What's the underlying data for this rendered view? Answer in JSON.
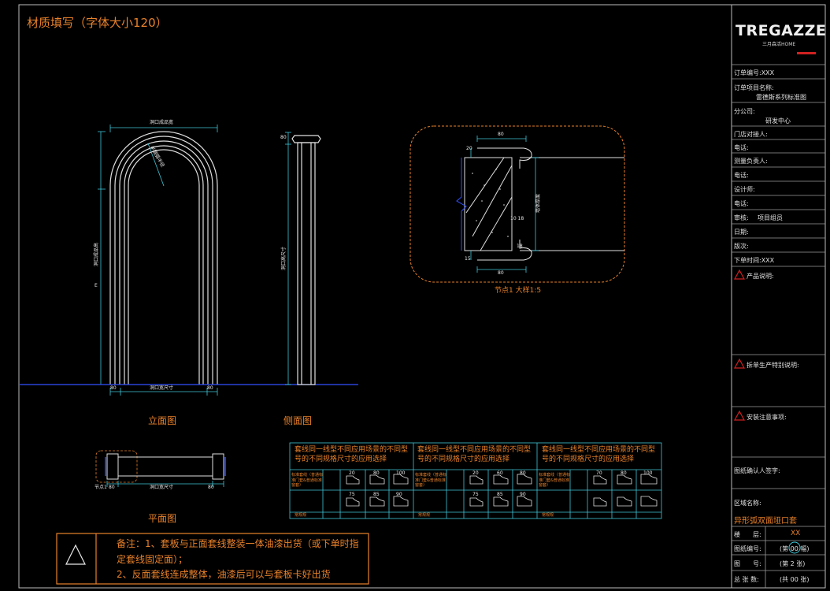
{
  "title_note": "材质填写（字体大小120）",
  "drawing": {
    "elevation": {
      "label": "立面图",
      "dim_top": "洞口成品宽",
      "dim_left": "洞口成品高",
      "dim_arc": "半圆弧半径",
      "dim_bottom": "洞口宽尺寸",
      "left_small": "80",
      "right_small": "80",
      "left_mark": "E"
    },
    "section": {
      "label": "侧面图",
      "dim_side": "洞口高尺寸",
      "dim_top": "80"
    },
    "plan": {
      "label": "平面图",
      "dim_bottom": "洞口宽尺寸",
      "left_small": "80",
      "right_small": "80",
      "node_mark": "节点1"
    },
    "node": {
      "caption": "节点1 大样1:5",
      "dim_top": "80",
      "dim_left_top": "20",
      "dim_left_bottom": "15",
      "dim_right": "墙体厚度",
      "dim_mid": "10 18",
      "dim_bottom": "80",
      "dim_mid2": "18"
    }
  },
  "tables": [
    {
      "header": "套线同一线型不同应用场景的不同型号的不同规格尺寸的应用选择",
      "row1_label": "标准套线（普通标准门套&普通标准窗套）",
      "row1_values": [
        "20",
        "80",
        "100"
      ],
      "row2_values": [
        "75",
        "85",
        "90"
      ],
      "row3_label": "常规规"
    },
    {
      "header": "套线同一线型不同应用场景的不同型号的不同规格尺寸的应用选择",
      "row1_label": "标准套线（普通标准门套&普通标准窗套）",
      "row1_values": [
        "20",
        "60",
        "80"
      ],
      "row2_values": [
        "75",
        "85",
        "90"
      ],
      "row3_label": "常规规"
    },
    {
      "header": "套线同一线型不同应用场景的不同型号的不同规格尺寸的应用选择",
      "row1_label": "标准套线（普通标准门套&普通标准窗套）",
      "row1_values": [
        "70",
        "80",
        "100"
      ],
      "row2_values": [
        "",
        "",
        ""
      ],
      "row3_label": "常规规"
    }
  ],
  "remarks": {
    "line1": "备注：1、套板与正面套线整装一体油漆出货（或下单时指",
    "line2": "定套线固定面）；",
    "line3": "2、反面套线连成整体，油漆后可以与套板卡好出货"
  },
  "title_block": {
    "brand": "TREGAZZE",
    "brand_sub": "三月森活HOME",
    "order_no": "订单编号:XXX",
    "project_name_label": "订单项目名称:",
    "project_name": "雷德斯系列标准图",
    "company_label": "分公司:",
    "company": "研发中心",
    "store_contact": "门店对接人:",
    "phone1": "电话:",
    "measure_lead": "测量负责人:",
    "phone2": "电话:",
    "designer": "设计师:",
    "phone3": "电话:",
    "review_label": "审核:",
    "review_value": "项目组员",
    "date": "日期:",
    "version": "版次:",
    "order_time": "下单时间:XXX",
    "product_note": "产品说明:",
    "disassembly_note": "拆单生产特别说明:",
    "install_note": "安装注意事项:",
    "confirm_sign": "图纸确认人签字:",
    "area_label": "区域名称:",
    "area_value": "异形弧双面垭口套",
    "floor_label": "楼　　层:",
    "floor_value": "XX",
    "drawing_no_label": "图纸编号:",
    "drawing_no_value": "(第 00 幅)",
    "sheet_no_label": "图　　号:",
    "sheet_no_value": "(第 2 张)",
    "total_pages_label": "总 张 数:",
    "total_pages_value": "(共 00 张)"
  },
  "colors": {
    "line": "#e8e8e8",
    "orange": "#e8812a",
    "cyan": "#3fc6d8",
    "blue": "#3050ff",
    "red": "#d02020"
  }
}
